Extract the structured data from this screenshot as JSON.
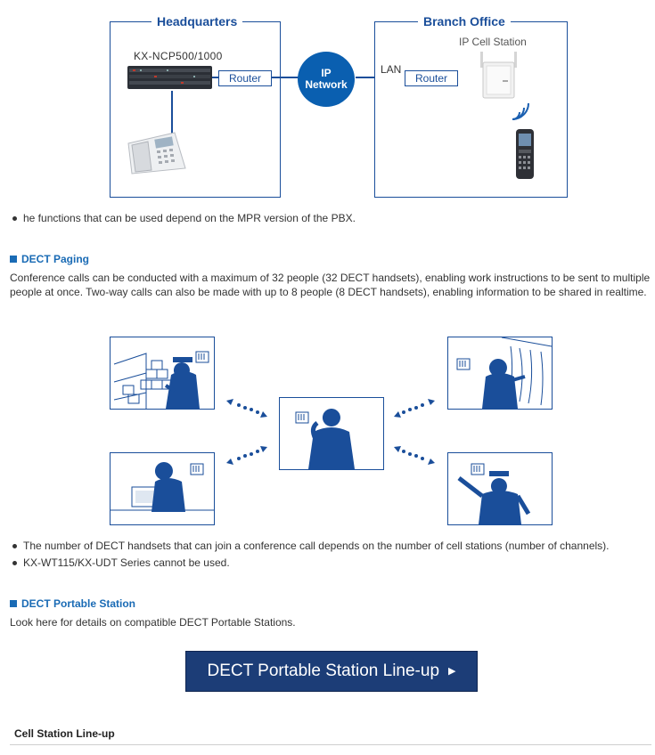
{
  "network_diagram": {
    "hq_title": "Headquarters",
    "branch_title": "Branch Office",
    "pbx_model": "KX-NCP500/1000",
    "router_hq": "Router",
    "router_branch": "Router",
    "ip_network_line1": "IP",
    "ip_network_line2": "Network",
    "lan_label": "LAN",
    "cell_station_label": "IP Cell Station"
  },
  "note1": "he functions that can be used depend on the MPR version of the PBX.",
  "dect_paging": {
    "heading": "DECT Paging",
    "body": "Conference calls can be conducted with a maximum of 32 people (32 DECT handsets), enabling work instructions to be sent to multiple people at once. Two-way calls can also be made with up to 8 people (8 DECT handsets), enabling information to be shared in realtime."
  },
  "notes2": [
    "The number of DECT handsets that can join a conference call depends on the number of cell stations (number of channels).",
    "KX-WT115/KX-UDT Series cannot be used."
  ],
  "portable_station": {
    "heading": "DECT Portable Station",
    "body": "Look here for details on compatible DECT Portable Stations.",
    "button_label": "DECT Portable Station Line-up",
    "button_arrow": "▶"
  },
  "cell_station": {
    "heading": "Cell Station Line-up"
  },
  "colors": {
    "accent_blue": "#1a4e9a",
    "ip_network_circle": "#0a5fb0",
    "button_navy": "#1c3d77",
    "heading_blue": "#1a6bb5"
  }
}
